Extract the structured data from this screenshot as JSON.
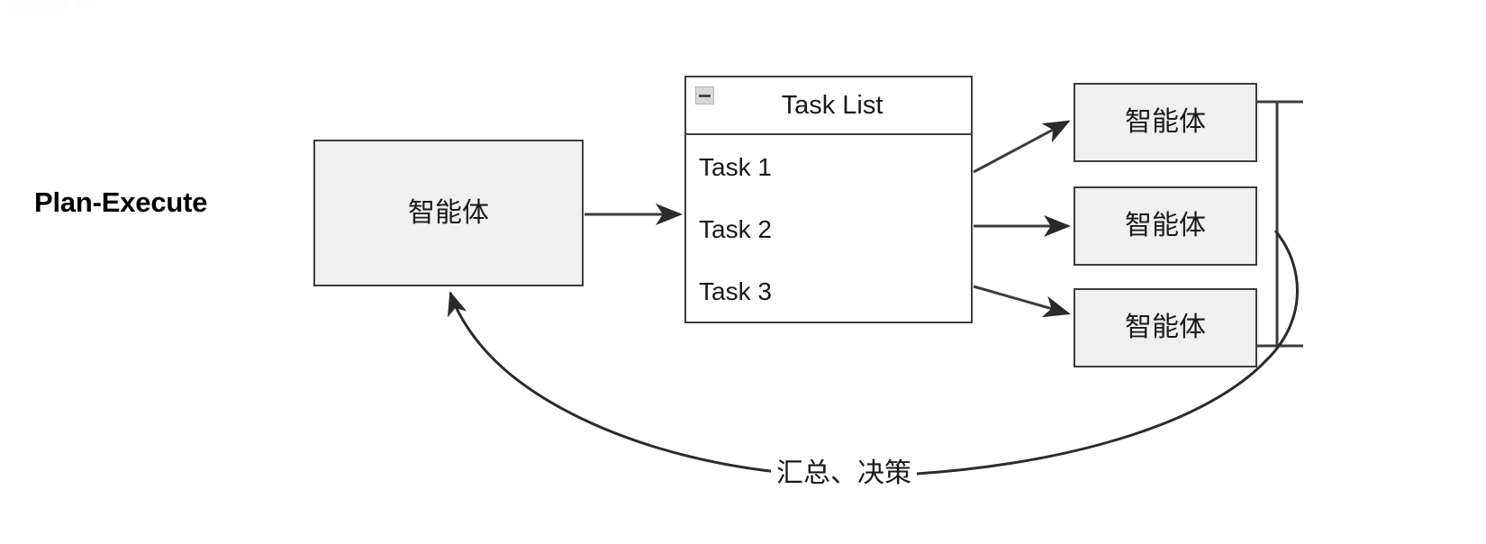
{
  "diagram": {
    "pattern_label": "Plan-Execute",
    "planner": {
      "label": "智能体"
    },
    "task_list": {
      "title": "Task List",
      "collapse_icon": "minus-icon",
      "tasks": [
        "Task 1",
        "Task 2",
        "Task 3"
      ]
    },
    "workers": [
      {
        "label": "智能体"
      },
      {
        "label": "智能体"
      },
      {
        "label": "智能体"
      }
    ],
    "feedback_edge": {
      "label": "汇总、决策"
    },
    "colors": {
      "box_fill": "#f0f0f0",
      "box_border": "#3d3d3d",
      "panel_fill": "#ffffff",
      "line": "#3d3d3d",
      "text": "#1a1a1a",
      "icon_fill": "#d8d8d8",
      "background": "#ffffff"
    }
  }
}
